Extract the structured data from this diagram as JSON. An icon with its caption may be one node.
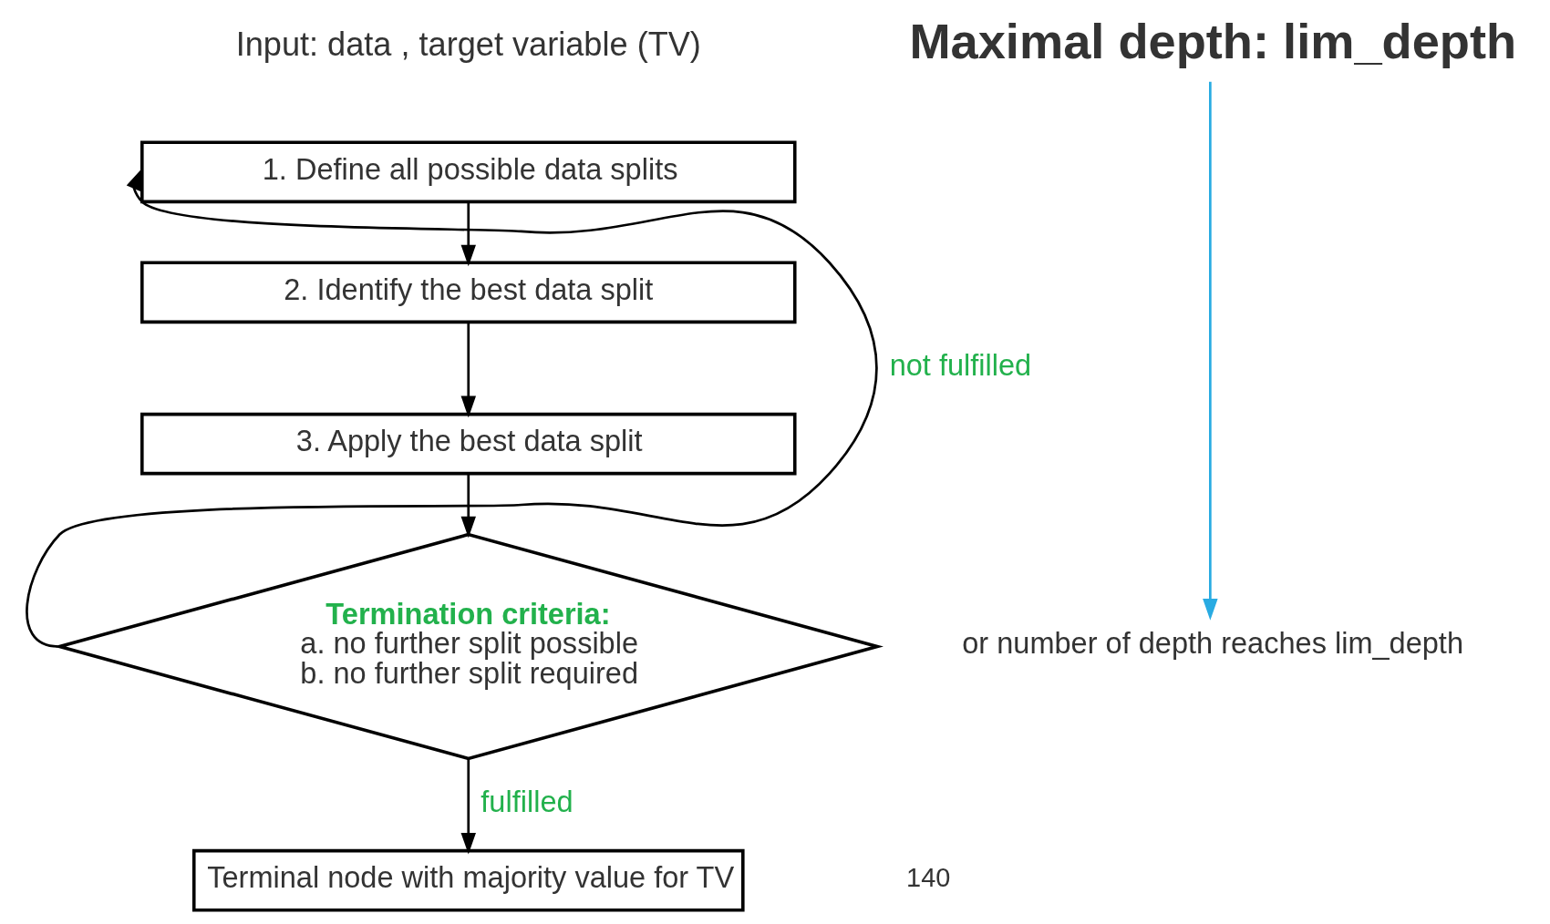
{
  "diagram": {
    "nodes": [
      {
        "text": [
          "1. Define all possible data splits"
        ]
      },
      {
        "text": [
          "2. Identify the best data split"
        ]
      },
      {
        "text": [
          "3. Apply the best data split"
        ]
      },
      {
        "text": [
          "Termination criteria:",
          "a. no further split possible",
          "b. no further split required"
        ]
      },
      {
        "text": [
          "Terminal node with majority value for TV"
        ]
      },
      {
        "text": [
          "Maximal depth: lim_depth"
        ]
      },
      {
        "text": [
          "or number of depth reaches lim_depth"
        ]
      }
    ],
    "edges": [
      {
        "from": 0,
        "to": 1,
        "arrow": "to"
      },
      {
        "from": 1,
        "to": 2,
        "arrow": "to"
      },
      {
        "from": 2,
        "to": 3,
        "arrow": "to"
      },
      {
        "from": 3,
        "to": 4,
        "arrow": "to",
        "label": "fulfilled"
      },
      {
        "from": 3,
        "to": 0,
        "arrow": "to",
        "label": "not fulfilled"
      },
      {
        "from": 5,
        "to": 6,
        "arrow": "to",
        "color": "#29abe2"
      }
    ],
    "labels": [
      "Input: data , target variable (TV)",
      "140"
    ]
  }
}
